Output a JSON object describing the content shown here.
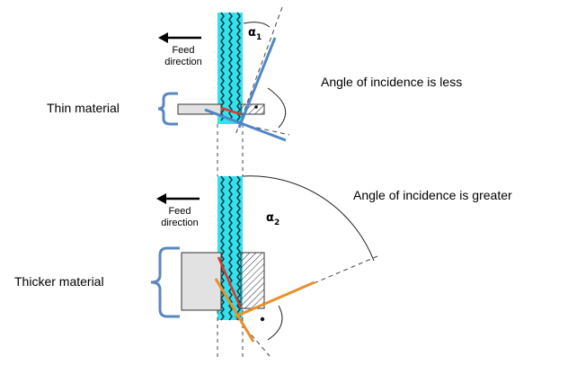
{
  "top": {
    "feed_line1": "Feed",
    "feed_line2": "direction",
    "material_label": "Thin material",
    "incidence_label": "Angle of incidence is less",
    "angle_symbol": "α",
    "angle_subscript": "1"
  },
  "bottom": {
    "feed_line1": "Feed",
    "feed_line2": "direction",
    "material_label": "Thicker material",
    "incidence_label": "Angle of incidence is greater",
    "angle_symbol": "α",
    "angle_subscript": "2"
  },
  "colors": {
    "jet": "#33e0ee",
    "jet_wave": "#0a3a3a",
    "brace": "#5b87c0",
    "blue_line": "#4f86c6",
    "orange_line": "#e8902a",
    "red_edge": "#d93a2a",
    "material_fill": "#e2e2e2",
    "material_stroke": "#333333"
  }
}
